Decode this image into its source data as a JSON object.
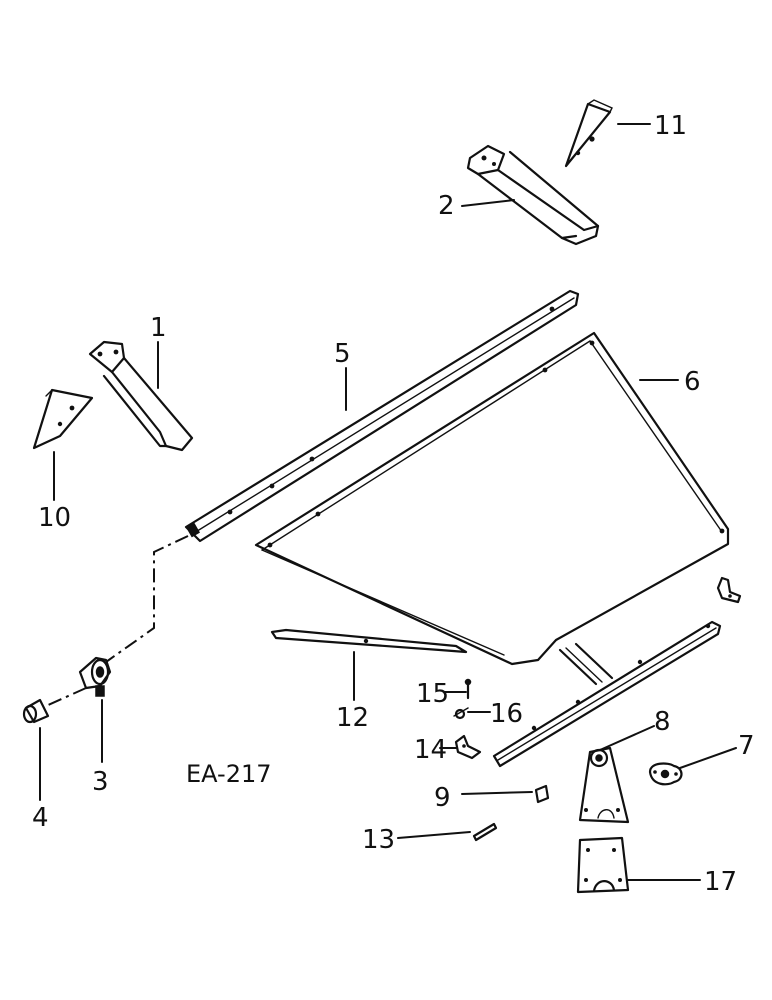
{
  "figure": {
    "drawing_code": "EA-217",
    "callouts": [
      {
        "id": "1",
        "label": "1"
      },
      {
        "id": "2",
        "label": "2"
      },
      {
        "id": "3",
        "label": "3"
      },
      {
        "id": "4",
        "label": "4"
      },
      {
        "id": "5",
        "label": "5"
      },
      {
        "id": "6",
        "label": "6"
      },
      {
        "id": "7",
        "label": "7"
      },
      {
        "id": "8",
        "label": "8"
      },
      {
        "id": "9",
        "label": "9"
      },
      {
        "id": "10",
        "label": "10"
      },
      {
        "id": "11",
        "label": "11"
      },
      {
        "id": "12",
        "label": "12"
      },
      {
        "id": "13",
        "label": "13"
      },
      {
        "id": "14",
        "label": "14"
      },
      {
        "id": "15",
        "label": "15"
      },
      {
        "id": "16",
        "label": "16"
      },
      {
        "id": "17",
        "label": "17"
      }
    ]
  }
}
